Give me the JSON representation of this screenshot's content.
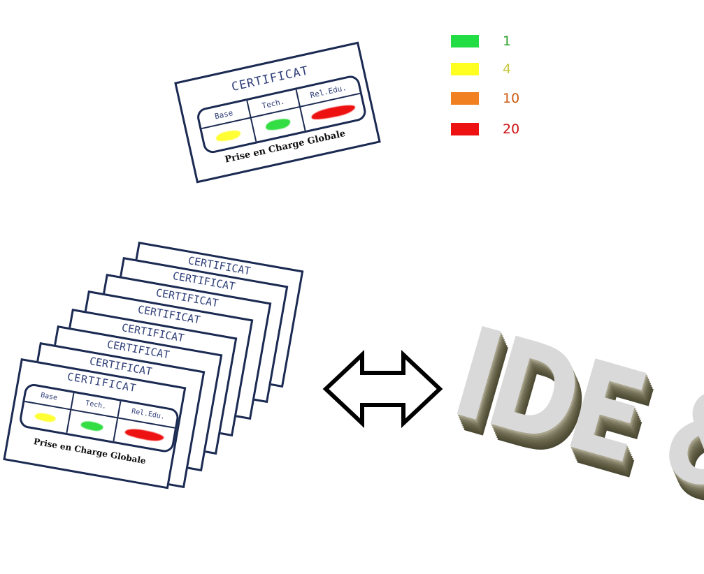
{
  "certificate": {
    "title": "CERTIFICAT",
    "columns": [
      "Base",
      "Tech.",
      "Rel.Edu."
    ],
    "marks": [
      "yellow",
      "green",
      "red"
    ],
    "subtitle": "Prise en Charge Globale"
  },
  "legend": {
    "items": [
      {
        "color": "#22dd44",
        "value": "1",
        "text_color": "#2ea02e"
      },
      {
        "color": "#ffff22",
        "value": "4",
        "text_color": "#c8c840"
      },
      {
        "color": "#f08020",
        "value": "10",
        "text_color": "#cc5a10"
      },
      {
        "color": "#ee1111",
        "value": "20",
        "text_color": "#d01010"
      }
    ]
  },
  "stack": {
    "card_title": "CERTIFICAT",
    "count": 8,
    "front_columns": [
      "Base",
      "Tech.",
      "Rel.Edu."
    ],
    "front_subtitle": "Prise en Charge Globale"
  },
  "arrow": {
    "type": "double-headed",
    "direction": "left-right"
  },
  "logo": {
    "text": "IDE & AS"
  },
  "colors": {
    "yellow": "#ffff33",
    "green": "#33dd44",
    "red": "#ee1111",
    "ink": "#1b2a52"
  }
}
